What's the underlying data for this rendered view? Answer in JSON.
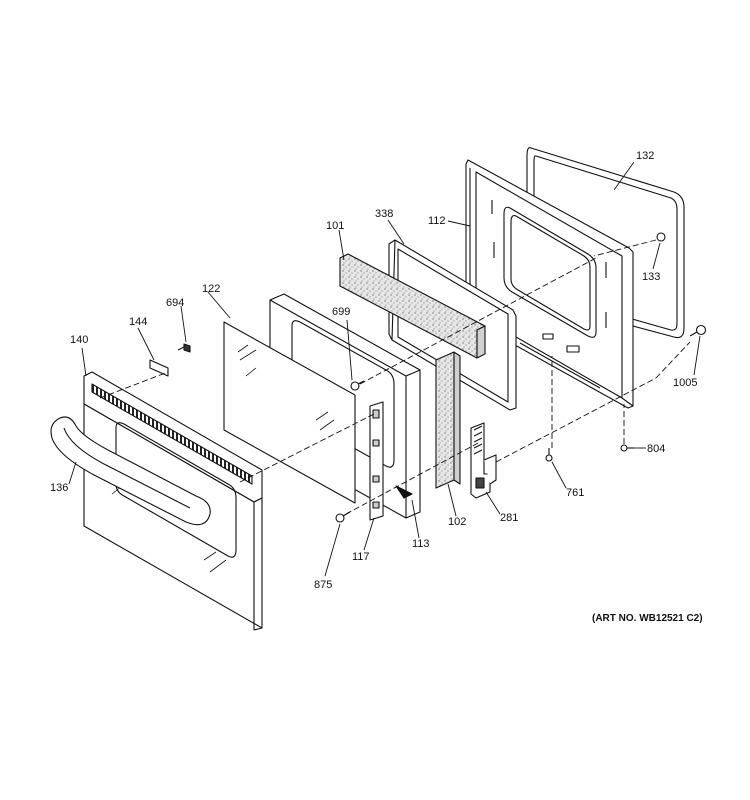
{
  "labels": {
    "p132": "132",
    "p338": "338",
    "p112": "112",
    "p101": "101",
    "p133": "133",
    "p694": "694",
    "p122": "122",
    "p144": "144",
    "p699": "699",
    "p140": "140",
    "p1005": "1005",
    "p804": "804",
    "p136": "136",
    "p761": "761",
    "p102": "102",
    "p281": "281",
    "p113": "113",
    "p117": "117",
    "p875": "875"
  },
  "art_number": "(ART NO. WB12521 C2)",
  "colors": {
    "line": "#111111",
    "fill": "#ffffff",
    "shade": "#bfbfbf"
  }
}
